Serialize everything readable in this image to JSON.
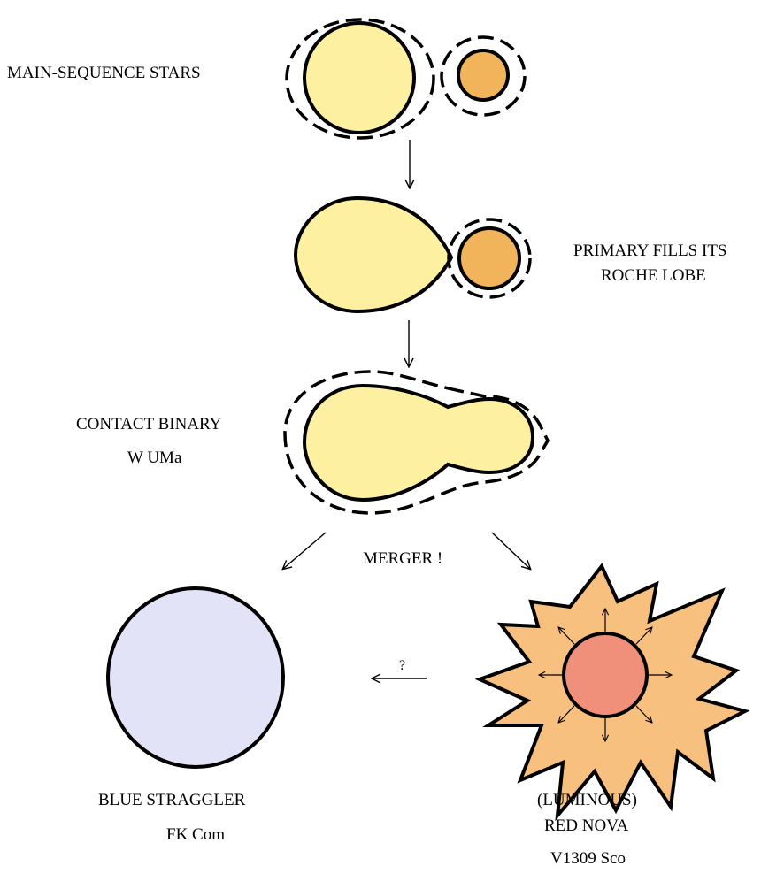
{
  "labels": {
    "main_sequence": "MAIN-SEQUENCE STARS",
    "primary_fills_line1": "PRIMARY FILLS ITS",
    "primary_fills_line2": "ROCHE LOBE",
    "contact_binary": "CONTACT BINARY",
    "contact_binary_example": "W UMa",
    "merger": "MERGER !",
    "question": "?",
    "blue_straggler": "BLUE STRAGGLER",
    "blue_straggler_example": "FK Com",
    "red_nova_line1": "(LUMINOUS)",
    "red_nova_line2": "RED NOVA",
    "red_nova_example": "V1309 Sco"
  },
  "colors": {
    "primary_star": "#fdf0a1",
    "secondary_star": "#f2b45a",
    "blue_straggler": "#e2e3f7",
    "nova_ejecta": "#f8c07e",
    "nova_core": "#f0907a",
    "outline": "#000000"
  },
  "icons": {
    "flow_arrow": "down-arrow-icon",
    "nova_rays": "outward-arrow-icon"
  }
}
